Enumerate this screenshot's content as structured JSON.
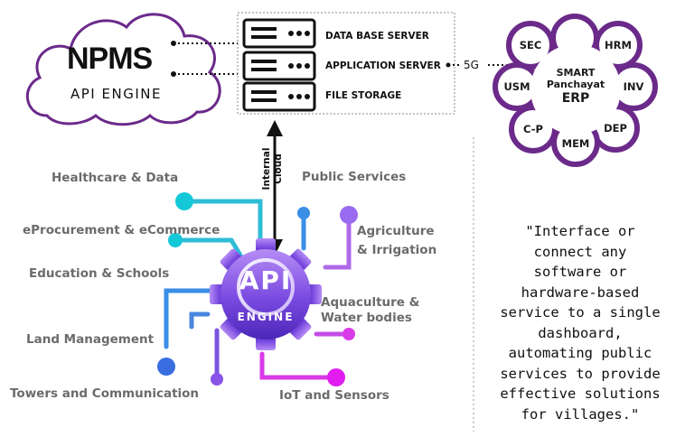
{
  "colors": {
    "purple": "#6b2a8a",
    "gear_light": "#b07cf0",
    "gear_dark": "#5a2cc4",
    "cyan": "#14c8d8",
    "blue": "#3a8ee6",
    "magenta": "#d93be8",
    "service_text": "#6b6b6b"
  },
  "npms": {
    "title": "NPMS",
    "subtitle": "API ENGINE"
  },
  "servers": [
    {
      "label": "DATA BASE SERVER",
      "icon": "server-rack-icon"
    },
    {
      "label": "APPLICATION SERVER",
      "icon": "server-rack-icon"
    },
    {
      "label": "FILE  STORAGE",
      "icon": "server-rack-icon"
    }
  ],
  "network_label": "5G",
  "internal_cloud": [
    "Internal",
    "Cloud"
  ],
  "erp": {
    "center_line1": "SMART",
    "center_line2": "Panchayat",
    "center_line3": "ERP",
    "nodes": [
      "SEC",
      "HRM",
      "INV",
      "DEP",
      "MEM",
      "C-P",
      "USM"
    ]
  },
  "gear": {
    "main": "API",
    "sub": "ENGINE"
  },
  "services": {
    "healthcare": "Healthcare & Data",
    "eprocurement": "eProcurement & eCommerce",
    "education": "Education & Schools",
    "land": "Land Management",
    "towers": "Towers and Communication",
    "public": "Public Services",
    "agriculture_1": "Agriculture",
    "agriculture_2": "& Irrigation",
    "aquaculture_1": "Aquaculture &",
    "aquaculture_2": "Water bodies",
    "iot": "IoT and Sensors"
  },
  "quote_lines": [
    "\"Interface or",
    "connect any",
    "software or",
    "hardware-based",
    "service to a single",
    "dashboard,",
    "automating public",
    "services to provide",
    "effective solutions",
    "for villages.\""
  ]
}
